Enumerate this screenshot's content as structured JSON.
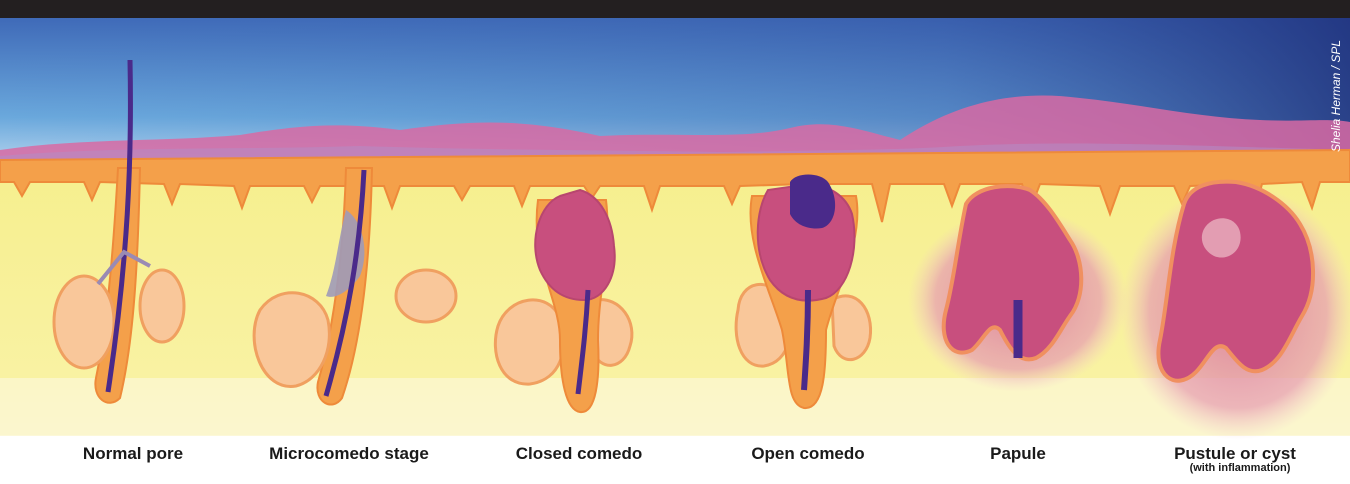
{
  "credit": "Shelia Herman / SPL",
  "stages": [
    {
      "label": "Normal pore",
      "sublabel": ""
    },
    {
      "label": "Microcomedo stage",
      "sublabel": ""
    },
    {
      "label": "Closed comedo",
      "sublabel": ""
    },
    {
      "label": "Open comedo",
      "sublabel": ""
    },
    {
      "label": "Papule",
      "sublabel": ""
    },
    {
      "label": "Pustule or cyst",
      "sublabel": "(with inflammation)"
    }
  ],
  "colors": {
    "sky_top": "#3f6ab8",
    "sky_light": "#e9f3fb",
    "skin_pink": "#d86aa3",
    "epidermis_orange": "#f4a04a",
    "dermis_yellow": "#f6ef8e",
    "gland": "#f9c79a",
    "hair": "#4a2a8a",
    "lesion": "#c84f7e",
    "inflammation": "#d9789a"
  }
}
